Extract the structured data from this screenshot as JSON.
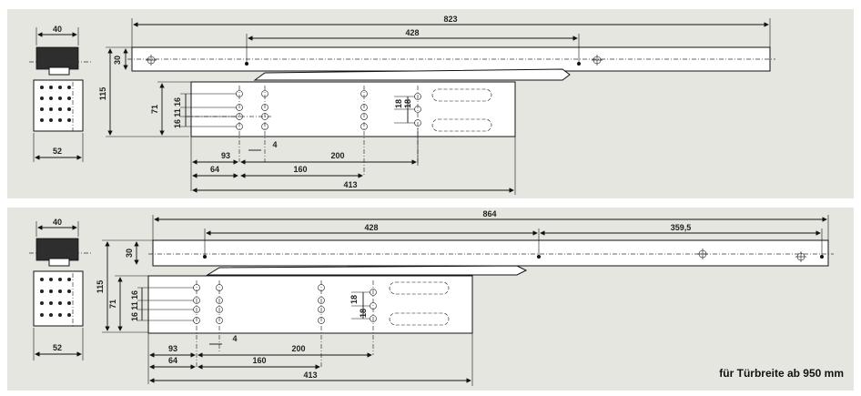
{
  "variant1": {
    "dim_width": "40",
    "dim_rail_height": "30",
    "dim_body_height": "115",
    "dim_depth": "52",
    "dim_rail_length": "823",
    "dim_hole_spacing": "428",
    "dim_71": "71",
    "dim_16a": "16",
    "dim_11": "11",
    "dim_16b": "16",
    "dim_18a": "18",
    "dim_18b": "18",
    "dim_4": "4",
    "dim_93": "93",
    "dim_200": "200",
    "dim_64": "64",
    "dim_160": "160",
    "dim_413": "413"
  },
  "variant2": {
    "dim_width": "40",
    "dim_rail_height": "30",
    "dim_body_height": "115",
    "dim_depth": "52",
    "dim_rail_length": "864",
    "dim_hole_spacing": "428",
    "dim_359_5": "359,5",
    "dim_71": "71",
    "dim_16a": "16",
    "dim_11": "11",
    "dim_16b": "16",
    "dim_18a": "18",
    "dim_18b": "18",
    "dim_4": "4",
    "dim_93": "93",
    "dim_200": "200",
    "dim_64": "64",
    "dim_160": "160",
    "dim_413": "413",
    "caption": "für Türbreite ab 950 mm"
  }
}
